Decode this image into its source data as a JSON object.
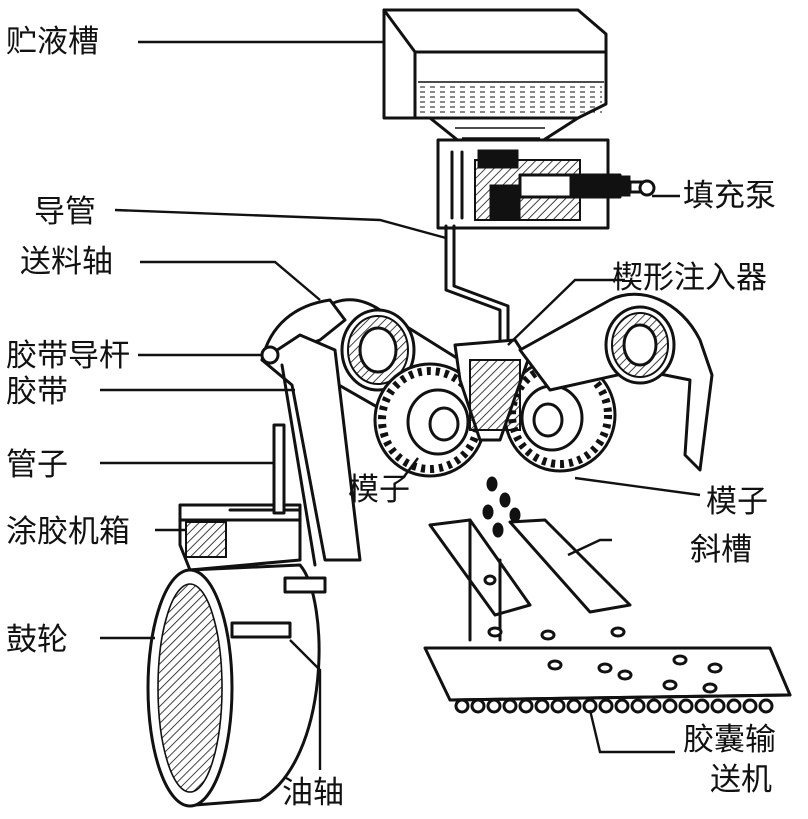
{
  "diagram": {
    "labels": {
      "tank": "贮液槽",
      "pump": "填充泵",
      "conduit": "导管",
      "feed_shaft": "送料轴",
      "wedge_injector": "楔形注入器",
      "belt_guide": "胶带导杆",
      "belt": "胶带",
      "tube": "管子",
      "glue_box": "涂胶机箱",
      "die_left": "模子",
      "die_right": "模子",
      "chute": "斜槽",
      "drum": "鼓轮",
      "oil_shaft": "油轴",
      "conveyor_line1": "胶囊输",
      "conveyor_line2": "送机"
    },
    "colors": {
      "ink": "#111111",
      "paper": "#ffffff"
    }
  }
}
